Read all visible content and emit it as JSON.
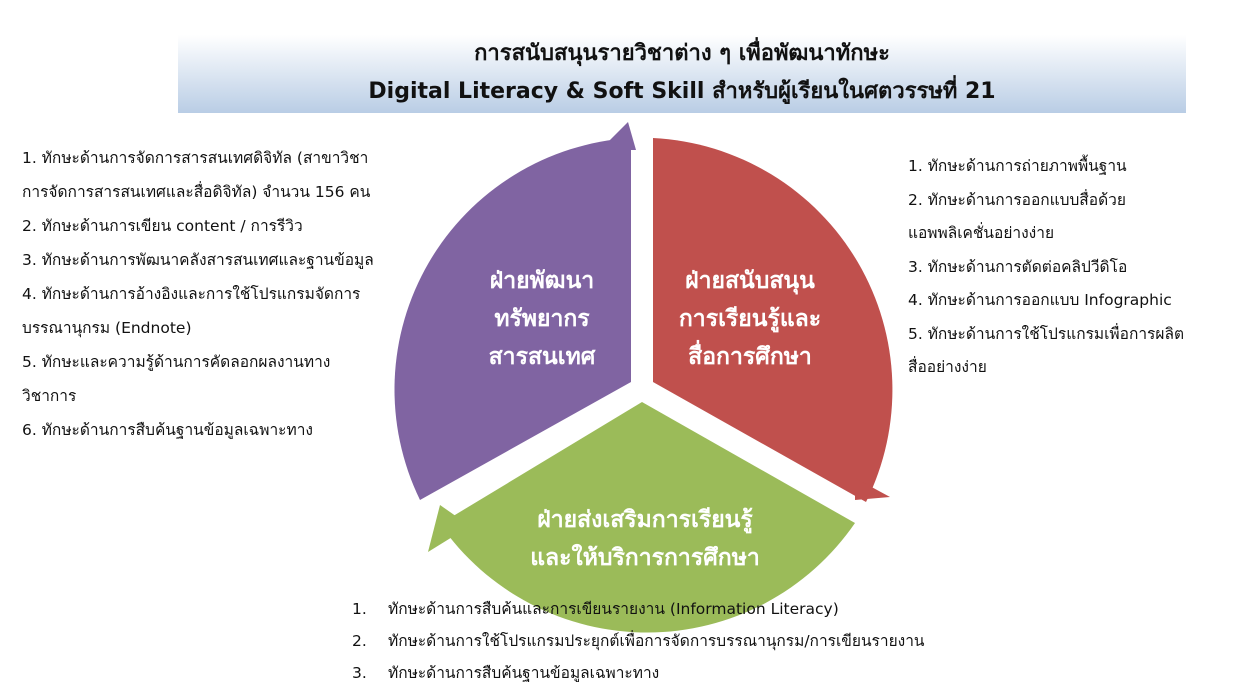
{
  "title": {
    "line1": "การสนับสนุนรายวิชาต่าง ๆ เพื่อพัฒนาทักษะ",
    "line2": "Digital Literacy & Soft Skill สำหรับผู้เรียนในศตวรรษที่ 21"
  },
  "colors": {
    "purple": "#8064a2",
    "red": "#c0504d",
    "green": "#9bbb59"
  },
  "segments": {
    "purple": {
      "lines": [
        "ฝ่ายพัฒนา",
        "ทรัพยากร",
        "สารสนเทศ"
      ]
    },
    "red": {
      "lines": [
        "ฝ่ายสนับสนุน",
        "การเรียนรู้และ",
        "สื่อการศึกษา"
      ]
    },
    "green": {
      "lines": [
        "ฝ่ายส่งเสริมการเรียนรู้",
        "และให้บริการการศึกษา"
      ]
    }
  },
  "left_list": [
    "1. ทักษะด้านการจัดการสารสนเทศดิจิทัล (สาขาวิชา",
    "การจัดการสารสนเทศและสื่อดิจิทัล) จำนวน 156 คน",
    "2. ทักษะด้านการเขียน content / การรีวิว",
    "3. ทักษะด้านการพัฒนาคลังสารสนเทศและฐานข้อมูล",
    "4. ทักษะด้านการอ้างอิงและการใช้โปรแกรมจัดการ",
    "บรรณานุกรม (Endnote)",
    "5. ทักษะและความรู้ด้านการคัดลอกผลงานทาง",
    "วิชาการ",
    "6. ทักษะด้านการสืบค้นฐานข้อมูลเฉพาะทาง"
  ],
  "right_list": [
    "1. ทักษะด้านการถ่ายภาพพื้นฐาน",
    "2. ทักษะด้านการออกแบบสื่อด้วย",
    "แอพพลิเคชั่นอย่างง่าย",
    "3. ทักษะด้านการตัดต่อคลิปวีดิโอ",
    "4. ทักษะด้านการออกแบบ Infographic",
    "5. ทักษะด้านการใช้โปรแกรมเพื่อการผลิต",
    "สื่ออย่างง่าย"
  ],
  "bottom_list": [
    {
      "num": "1.",
      "text": "ทักษะด้านการสืบค้นและการเขียนรายงาน (Information Literacy)"
    },
    {
      "num": "2.",
      "text": "ทักษะด้านการใช้โปรแกรมประยุกต์เพื่อการจัดการบรรณานุกรม/การเขียนรายงาน"
    },
    {
      "num": "3.",
      "text": "ทักษะด้านการสืบค้นฐานข้อมูลเฉพาะทาง"
    }
  ]
}
